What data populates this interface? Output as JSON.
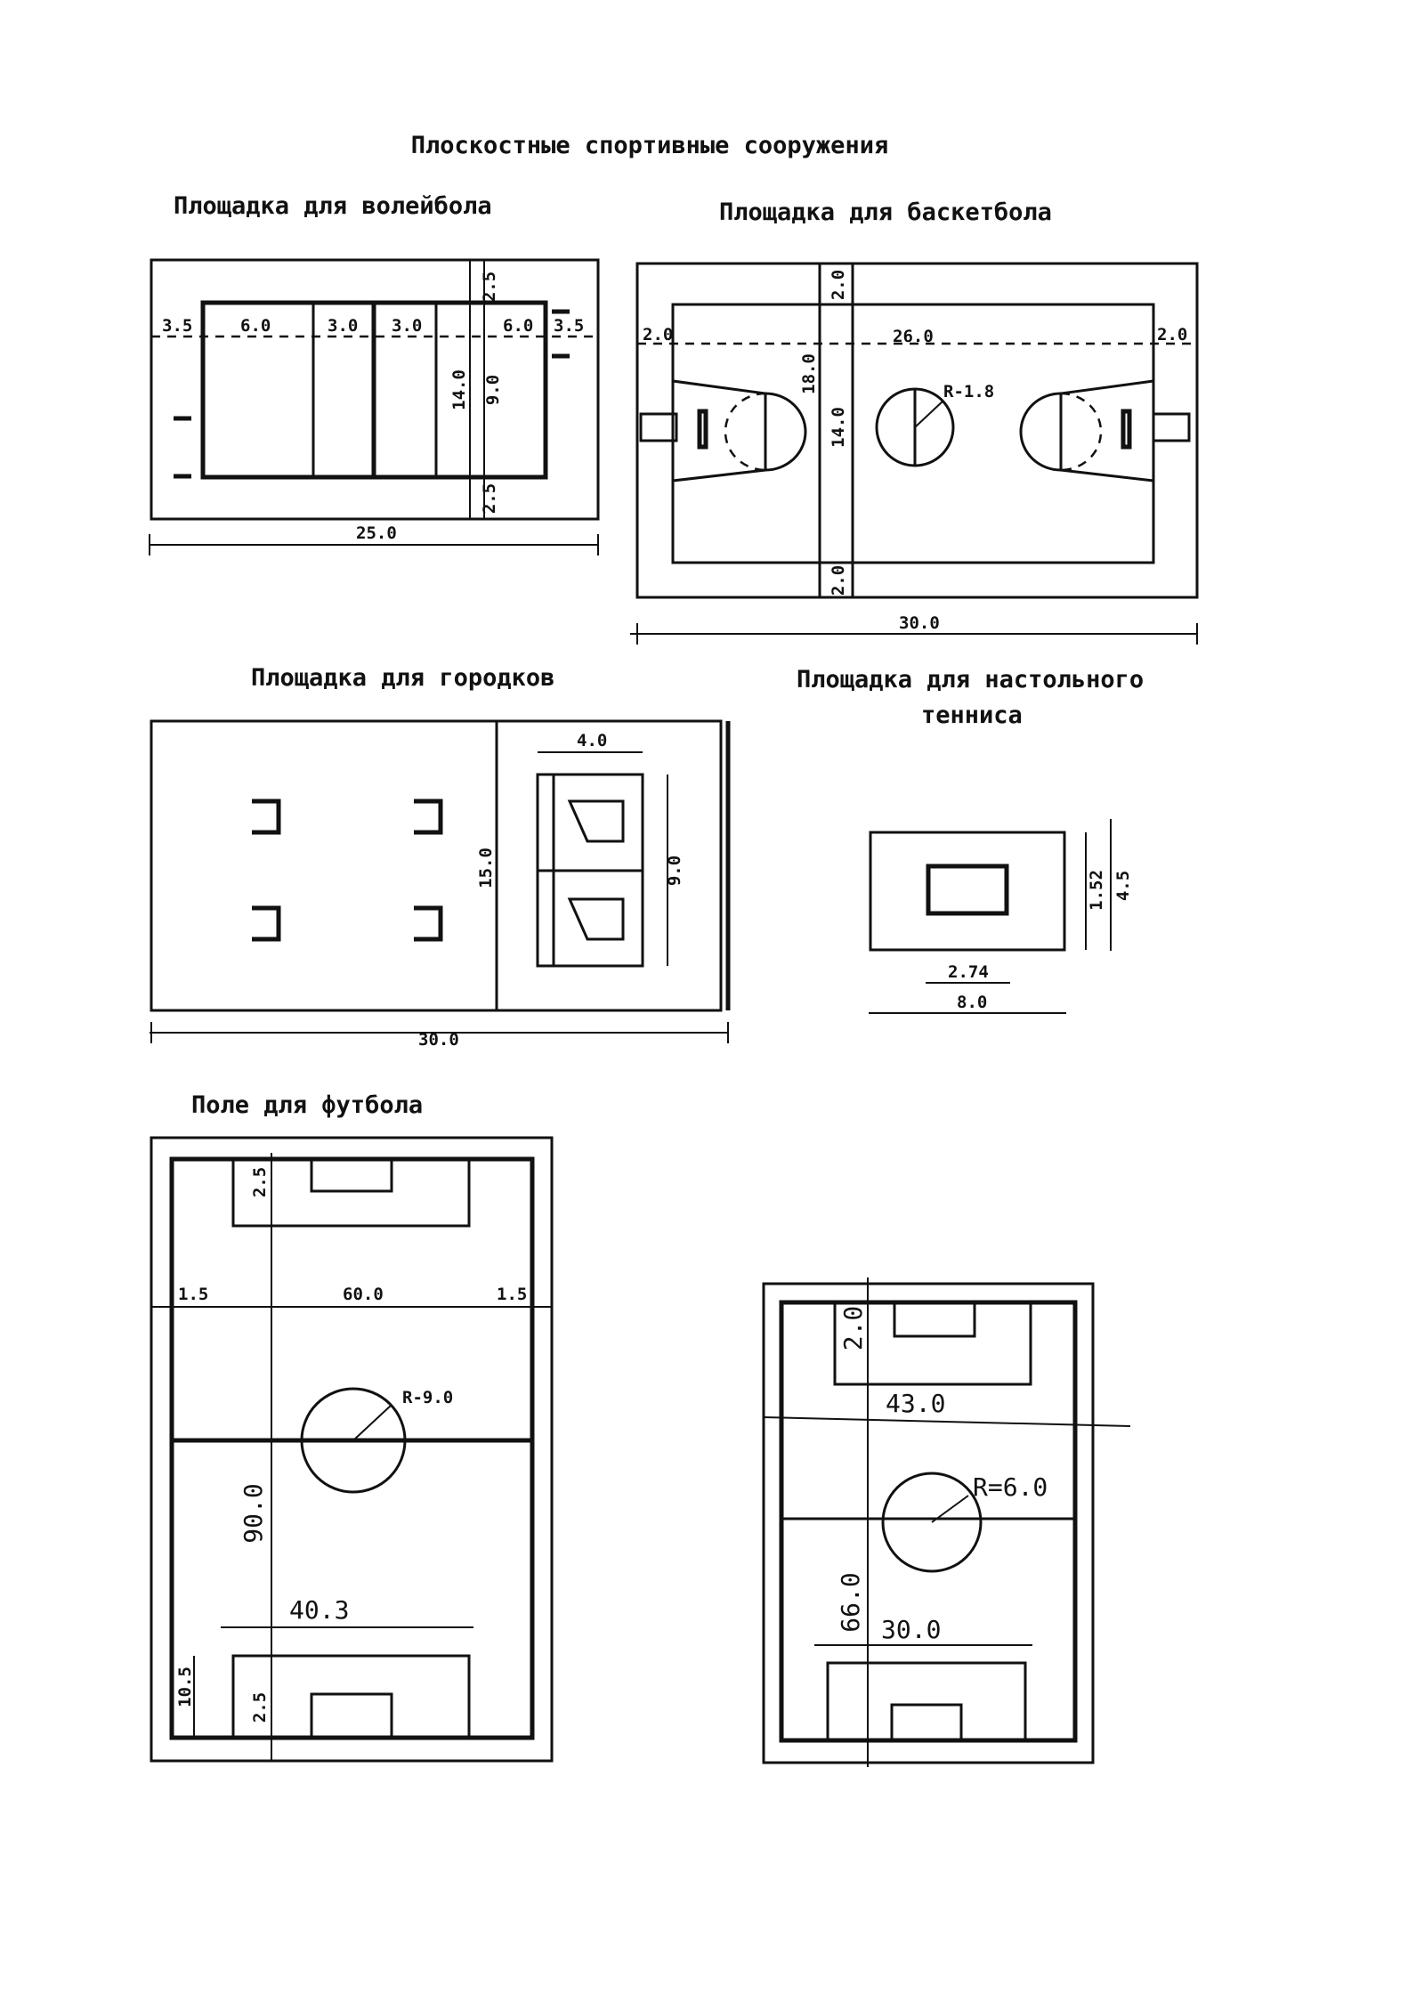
{
  "title": "Плоскостные спортивные сооружения",
  "volleyball": {
    "heading": "Площадка для волейбола",
    "dims": [
      "3.5",
      "6.0",
      "3.0",
      "3.0",
      "6.0",
      "3.5",
      "2.5",
      "14.0",
      "9.0",
      "2.5",
      "25.0"
    ]
  },
  "basketball": {
    "heading": "Площадка для баскетбола",
    "dims": [
      "2.0",
      "26.0",
      "2.0",
      "2.0",
      "18.0",
      "14.0",
      "2.0",
      "R-1.8",
      "30.0"
    ]
  },
  "gorodki": {
    "heading": "Площадка для городков",
    "dims": [
      "4.0",
      "15.0",
      "9.0",
      "30.0"
    ]
  },
  "table_tennis": {
    "heading_line1": "Площадка для настольного",
    "heading_line2": "тенниса",
    "dims": [
      "1.52",
      "4.5",
      "2.74",
      "8.0"
    ]
  },
  "football": {
    "heading": "Поле для футбола",
    "dims": [
      "2.5",
      "1.5",
      "60.0",
      "1.5",
      "R-9.0",
      "90.0",
      "40.3",
      "10.5",
      "2.5"
    ]
  },
  "football_small": {
    "dims": [
      "2.0",
      "43.0",
      "R=6.0",
      "66.0",
      "30.0"
    ]
  }
}
